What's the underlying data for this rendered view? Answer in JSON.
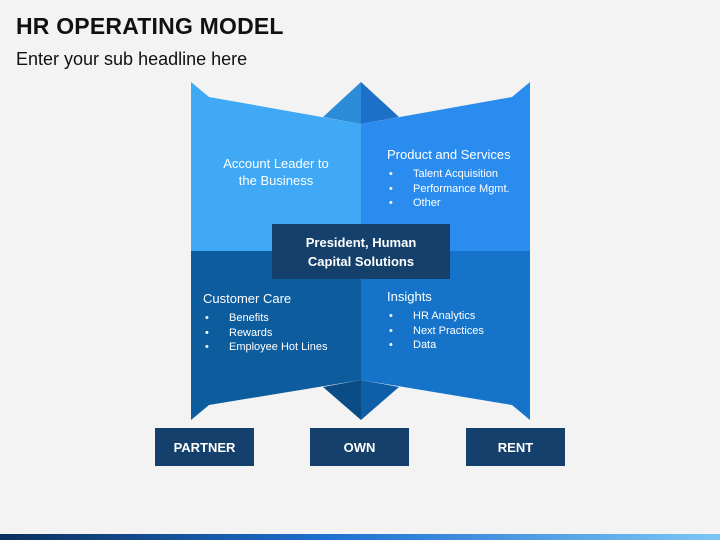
{
  "slide": {
    "title": "HR OPERATING MODEL",
    "subtitle": "Enter your sub headline here"
  },
  "center": {
    "line1": "President, Human",
    "line2": "Capital Solutions"
  },
  "panels": {
    "top_left": {
      "line1": "Account Leader to",
      "line2": "the Business"
    },
    "top_right": {
      "heading": "Product and Services",
      "items": [
        "Talent Acquisition",
        "Performance Mgmt.",
        "Other"
      ]
    },
    "bottom_left": {
      "heading": "Customer Care",
      "items": [
        "Benefits",
        "Rewards",
        "Employee Hot Lines"
      ]
    },
    "bottom_right": {
      "heading": "Insights",
      "items": [
        "HR Analytics",
        "Next Practices",
        "Data"
      ]
    }
  },
  "buttons": {
    "partner": "PARTNER",
    "own": "OWN",
    "rent": "RENT"
  },
  "colors": {
    "top_left": "#3fa9f5",
    "top_right": "#2b8df0",
    "bottom_left": "#0d5c9e",
    "bottom_right": "#1574c9",
    "center_box": "#14406b",
    "buttons": "#14406b"
  }
}
